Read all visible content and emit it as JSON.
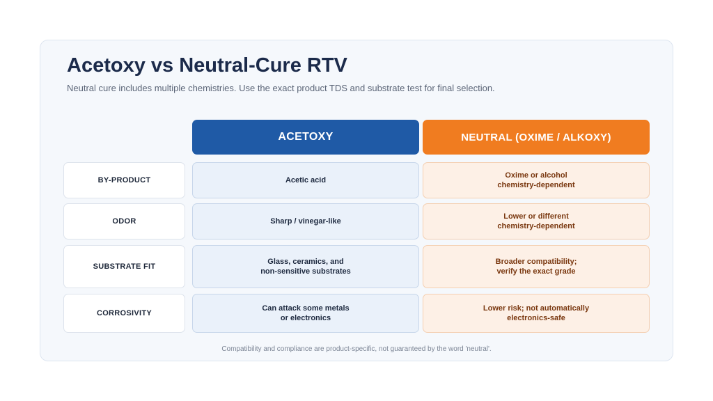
{
  "title": "Acetoxy vs Neutral-Cure RTV",
  "subtitle": "Neutral cure includes multiple chemistries. Use the exact product TDS and substrate test for final selection.",
  "columns": {
    "acetoxy": "ACETOXY",
    "neutral": "NEUTRAL (OXIME / ALKOXY)"
  },
  "rows": [
    {
      "label": "BY-PRODUCT",
      "acetoxy": "Acetic acid",
      "neutral": "Oxime or alcohol\nchemistry-dependent"
    },
    {
      "label": "ODOR",
      "acetoxy": "Sharp / vinegar-like",
      "neutral": "Lower or different\nchemistry-dependent"
    },
    {
      "label": "SUBSTRATE FIT",
      "acetoxy": "Glass, ceramics, and\nnon-sensitive substrates",
      "neutral": "Broader compatibility;\nverify the exact grade"
    },
    {
      "label": "CORROSIVITY",
      "acetoxy": "Can attack some metals\nor electronics",
      "neutral": "Lower risk; not automatically\nelectronics-safe"
    }
  ],
  "footnote": "Compatibility and compliance are product-specific, not guaranteed by the word 'neutral'.",
  "colors": {
    "acetoxy_header": "#1f5aa6",
    "neutral_header": "#f07c20",
    "acetoxy_cell": "#eaf1fa",
    "neutral_cell": "#fdf0e6"
  }
}
